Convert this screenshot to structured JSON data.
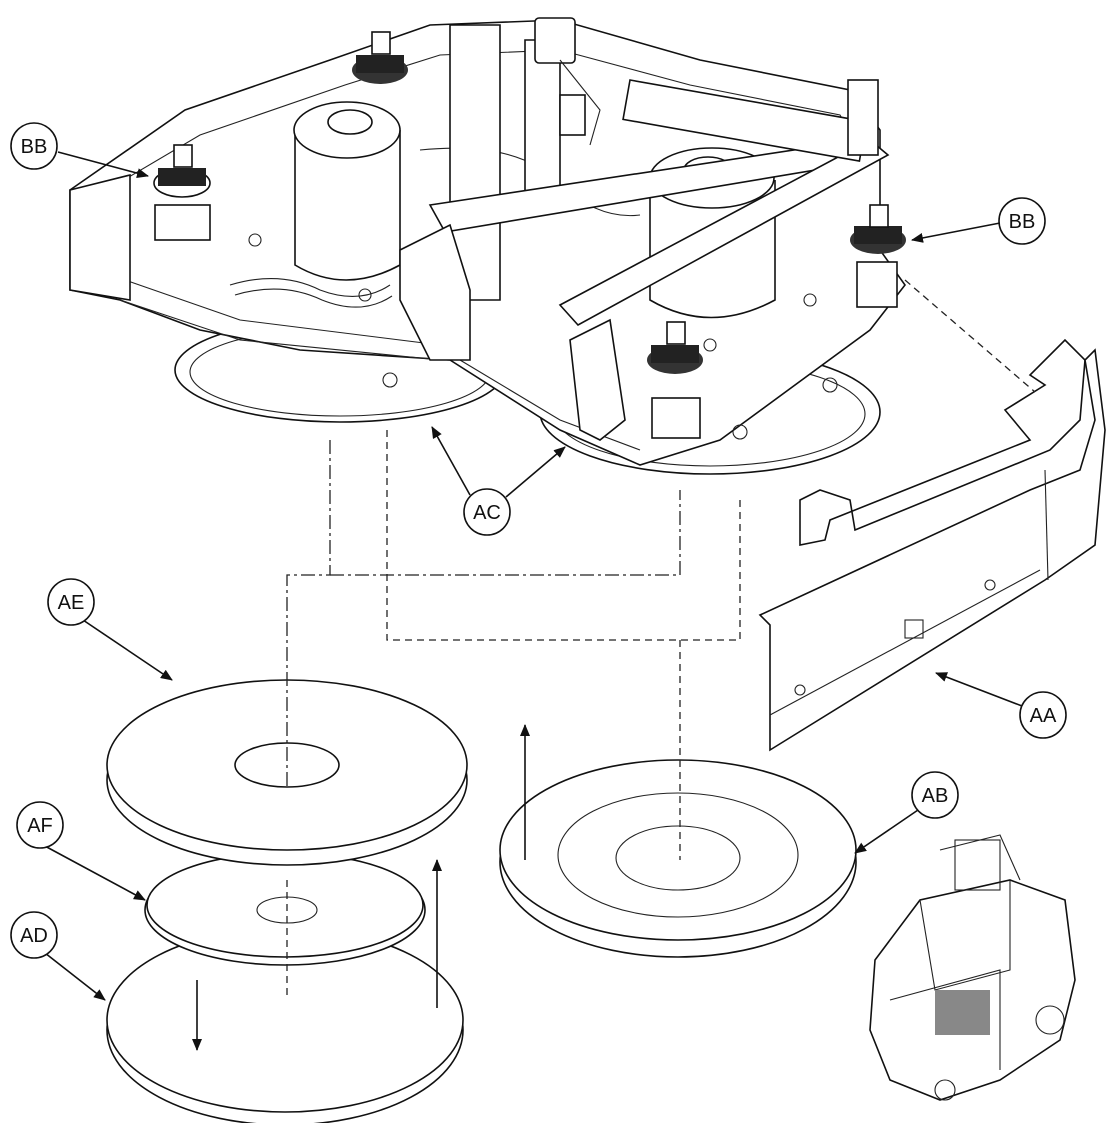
{
  "callouts": {
    "bb_left": "BB",
    "bb_right": "BB",
    "ac": "AC",
    "ae": "AE",
    "af": "AF",
    "ad": "AD",
    "aa": "AA",
    "ab": "AB"
  }
}
